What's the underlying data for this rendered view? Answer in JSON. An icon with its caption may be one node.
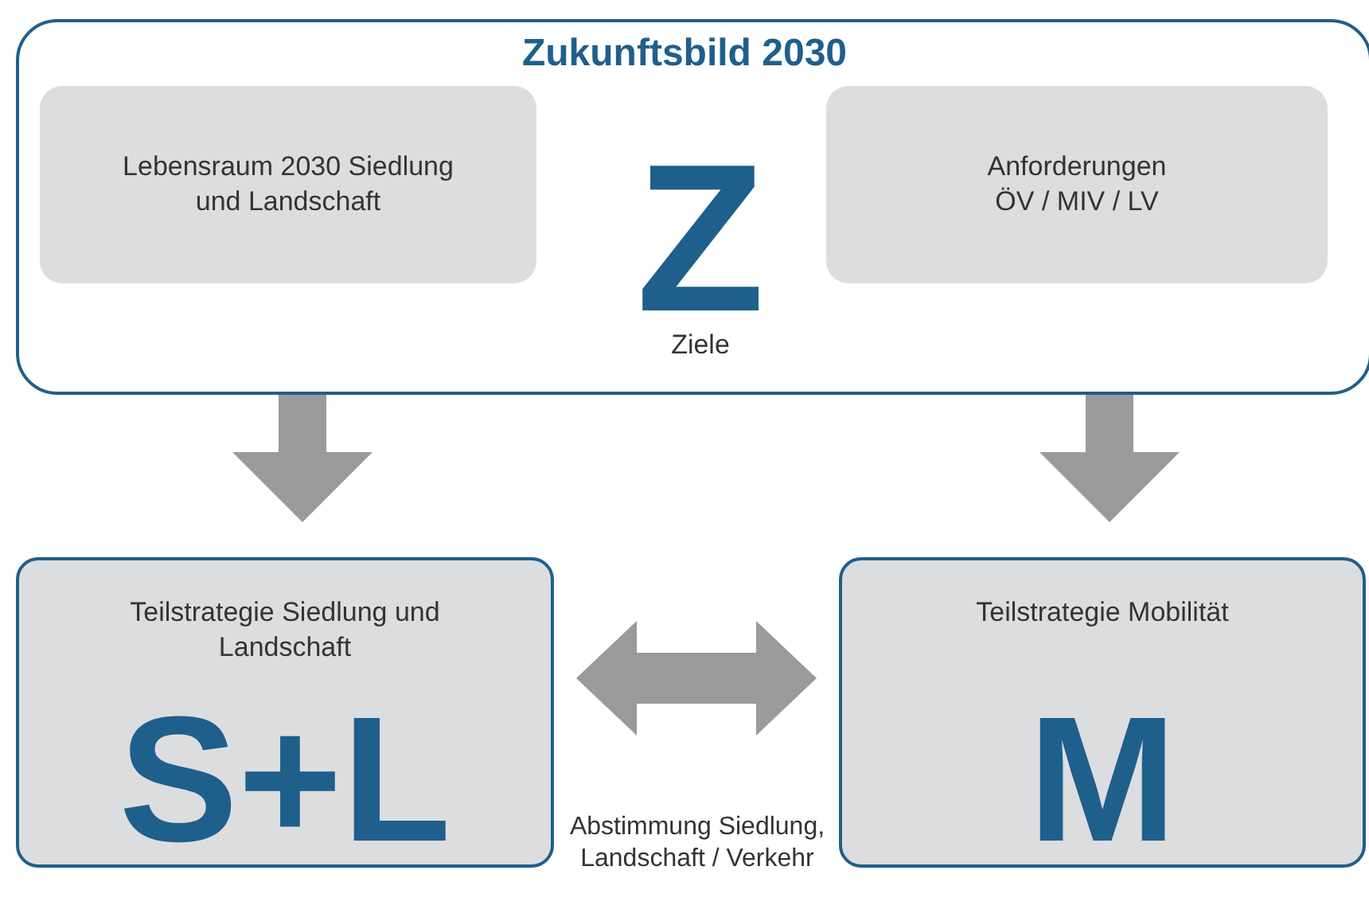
{
  "diagram": {
    "nodes": [
      {
        "text": [
          "Zukunftsbild 2030",
          "Z",
          "Ziele"
        ]
      },
      {
        "text": [
          "Lebensraum 2030 Siedlung und Landschaft"
        ],
        "in": 0
      },
      {
        "text": [
          "Anforderungen ÖV / MIV / LV"
        ],
        "in": 0
      },
      {
        "text": [
          "Teilstrategie Siedlung und Landschaft",
          "S+L"
        ]
      },
      {
        "text": [
          "Teilstrategie Mobilität",
          "M"
        ]
      }
    ],
    "edges": [
      {
        "from": 1,
        "to": 3,
        "arrow": "to"
      },
      {
        "from": 2,
        "to": 4,
        "arrow": "to"
      },
      {
        "from": 3,
        "to": 4,
        "arrow": "both"
      }
    ],
    "labels": [
      "Abstimmung Siedlung, Landschaft / Verkehr"
    ]
  }
}
